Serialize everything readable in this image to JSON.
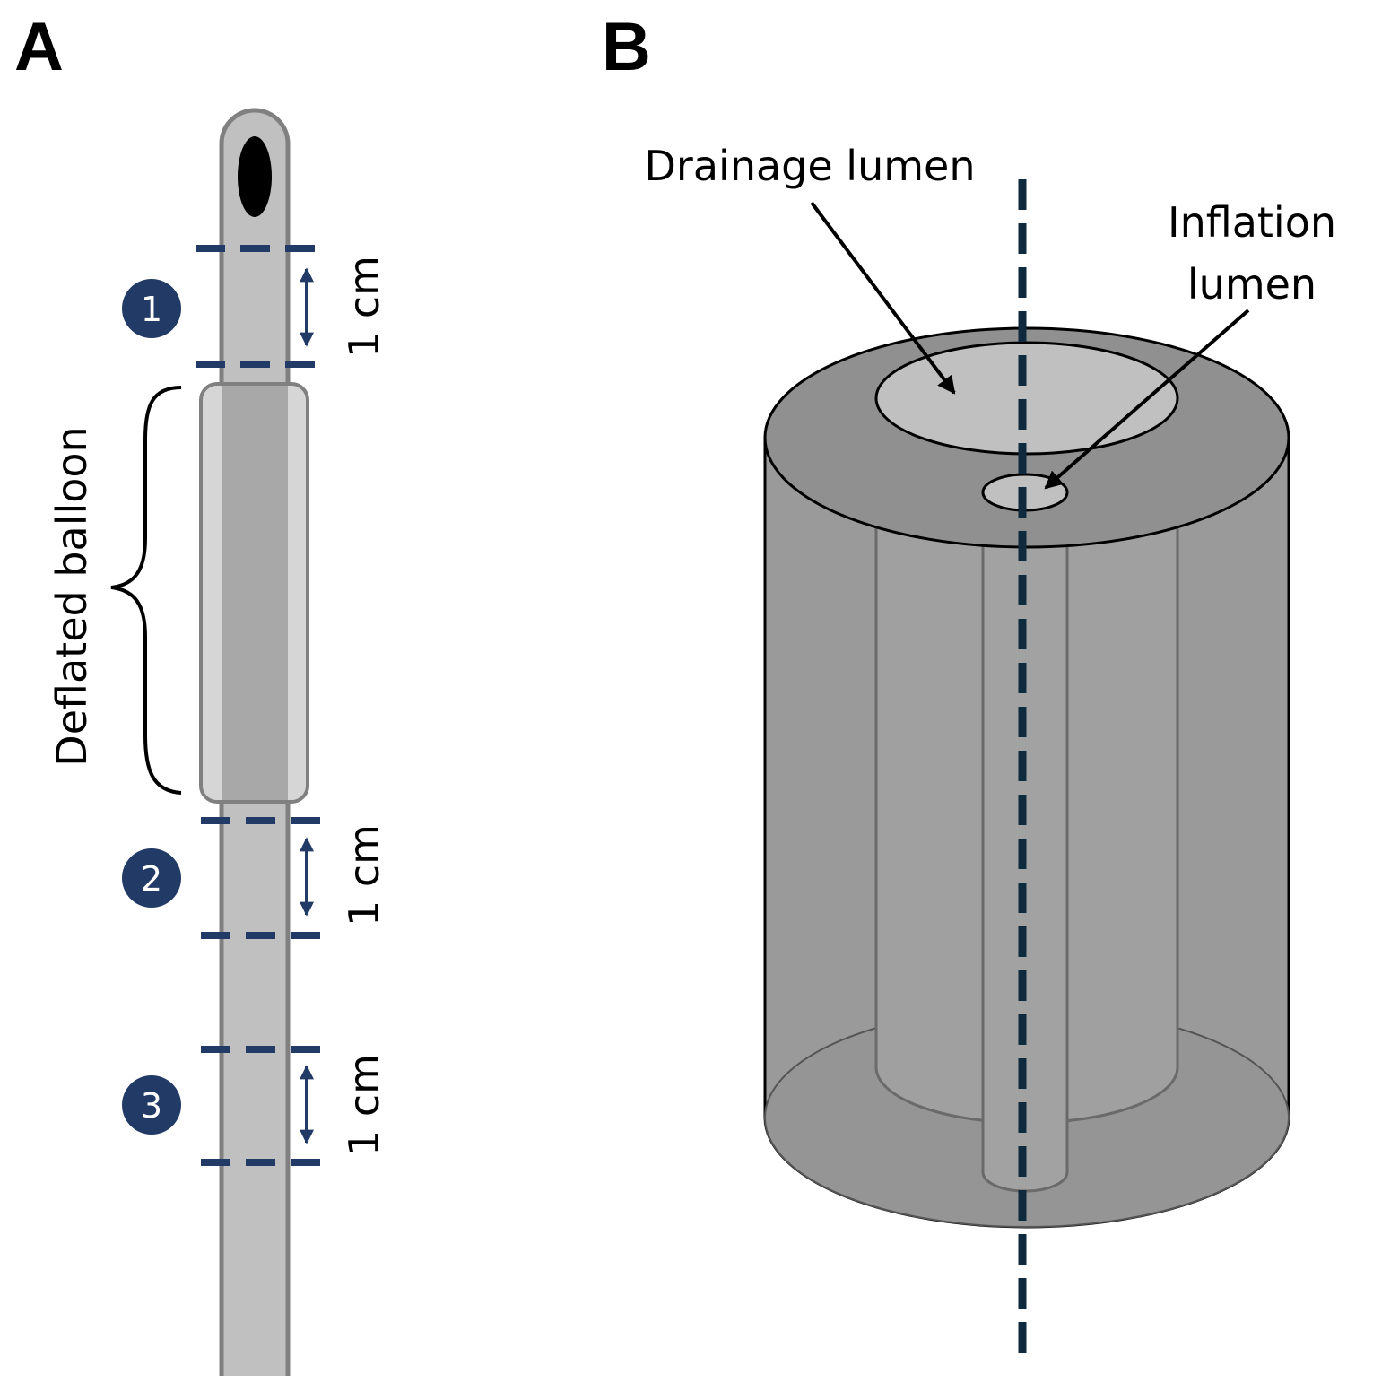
{
  "panels": {
    "a": "A",
    "b": "B"
  },
  "catheter": {
    "balloon_label": "Deflated balloon",
    "segments": [
      {
        "number": "1",
        "length_label": "1 cm"
      },
      {
        "number": "2",
        "length_label": "1 cm"
      },
      {
        "number": "3",
        "length_label": "1 cm"
      }
    ]
  },
  "cross_section": {
    "drainage_label": "Drainage lumen",
    "inflation_label_line1": "Inflation",
    "inflation_label_line2": "lumen"
  },
  "colors": {
    "navy": "#223a66",
    "axis_dashed": "#0f2a3c",
    "catheter_fill": "#c0c0c0",
    "catheter_outline": "#808080",
    "balloon_core": "#a8a8a8",
    "cylinder_body": "#9a9a9a",
    "lumen_fill": "#c0c0c0"
  }
}
